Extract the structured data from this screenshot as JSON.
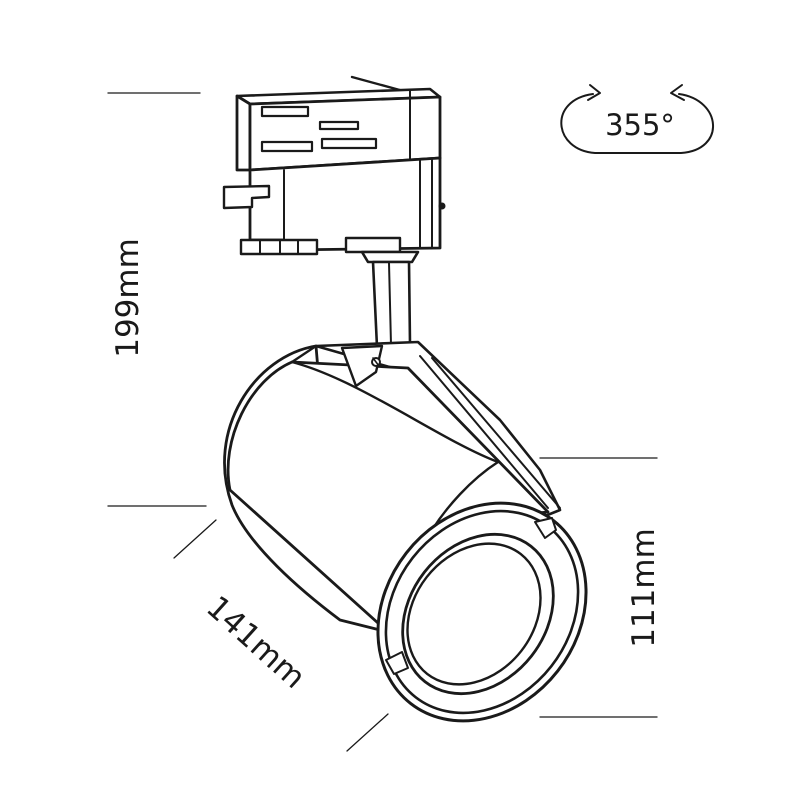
{
  "dimensions": {
    "height_label": "199mm",
    "length_label": "141mm",
    "diameter_label": "111mm"
  },
  "rotation": {
    "label": "355°"
  },
  "colors": {
    "line": "#1a1a1a",
    "background": "#ffffff"
  }
}
